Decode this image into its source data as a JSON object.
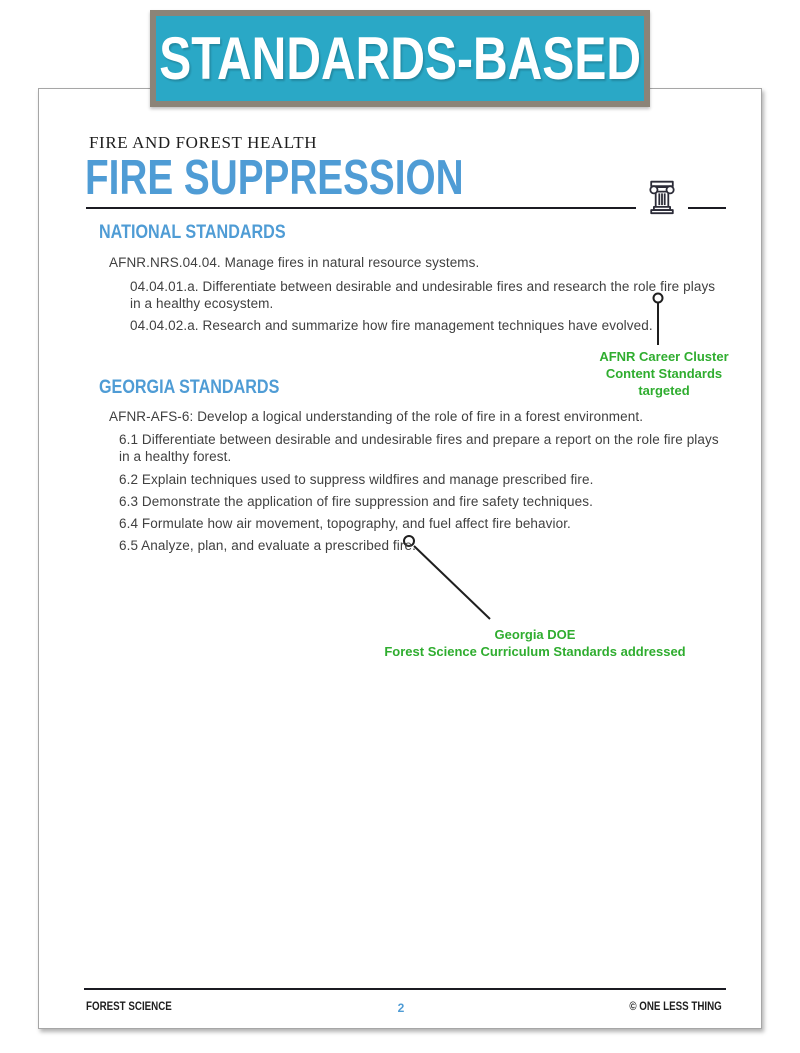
{
  "banner": {
    "title": "STANDARDS-BASED"
  },
  "header": {
    "category": "FIRE AND FOREST HEALTH",
    "title": "FIRE SUPPRESSION"
  },
  "national": {
    "heading": "NATIONAL STANDARDS",
    "standard": "AFNR.NRS.04.04. Manage fires in natural resource systems.",
    "items": [
      "04.04.01.a. Differentiate between desirable and undesirable fires and research the role fire plays in a healthy ecosystem.",
      "04.04.02.a. Research and summarize how fire management techniques have evolved."
    ],
    "callout": {
      "lines": [
        "AFNR Career Cluster",
        "Content Standards",
        "targeted"
      ]
    }
  },
  "georgia": {
    "heading": "GEORGIA STANDARDS",
    "standard": "AFNR-AFS-6: Develop a logical understanding of the role of fire in a forest environment.",
    "items": [
      "6.1  Differentiate between desirable and undesirable fires and prepare a report on the role fire plays in a healthy forest.",
      "6.2  Explain techniques used to suppress wildfires and manage prescribed fire.",
      "6.3  Demonstrate the application of fire suppression and fire safety techniques.",
      "6.4  Formulate how air movement, topography, and fuel affect fire behavior.",
      "6.5  Analyze, plan, and evaluate a prescribed fire."
    ],
    "callout": {
      "lines": [
        "Georgia DOE",
        "Forest Science Curriculum Standards addressed"
      ]
    }
  },
  "footer": {
    "left": "FOREST SCIENCE",
    "page_number": "2",
    "right": "© ONE LESS THING"
  },
  "icons": {
    "column": "greek-column-icon"
  },
  "colors": {
    "banner_teal": "#2AA8C6",
    "banner_border": "#8B8478",
    "heading_blue": "#4F9CD5",
    "callout_green": "#2FAD2F",
    "body_text": "#404040",
    "rule_dark": "#1b1b22"
  }
}
